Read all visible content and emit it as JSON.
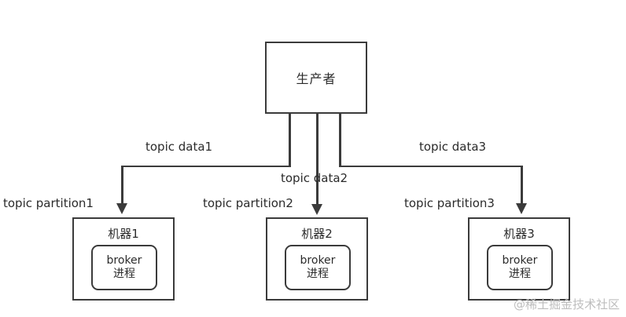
{
  "diagram": {
    "title_node": {
      "label": "生产者",
      "name": "producer"
    },
    "edges": [
      {
        "label": "topic data1",
        "name": "edge-topic-data1"
      },
      {
        "label": "topic data2",
        "name": "edge-topic-data2"
      },
      {
        "label": "topic data3",
        "name": "edge-topic-data3"
      }
    ],
    "partitions": [
      {
        "label": "topic partition1",
        "name": "partition-1"
      },
      {
        "label": "topic partition2",
        "name": "partition-2"
      },
      {
        "label": "topic partition3",
        "name": "partition-3"
      }
    ],
    "machines": [
      {
        "title": "机器1",
        "process_name": "broker",
        "process_suffix": "进程"
      },
      {
        "title": "机器2",
        "process_name": "broker",
        "process_suffix": "进程"
      },
      {
        "title": "机器3",
        "process_name": "broker",
        "process_suffix": "进程"
      }
    ],
    "watermark": "@稀土掘金技术社区",
    "colors": {
      "stroke": "#3b3b3b",
      "text": "#2b2b2b",
      "background": "#ffffff",
      "watermark": "#bdbdbd"
    }
  }
}
